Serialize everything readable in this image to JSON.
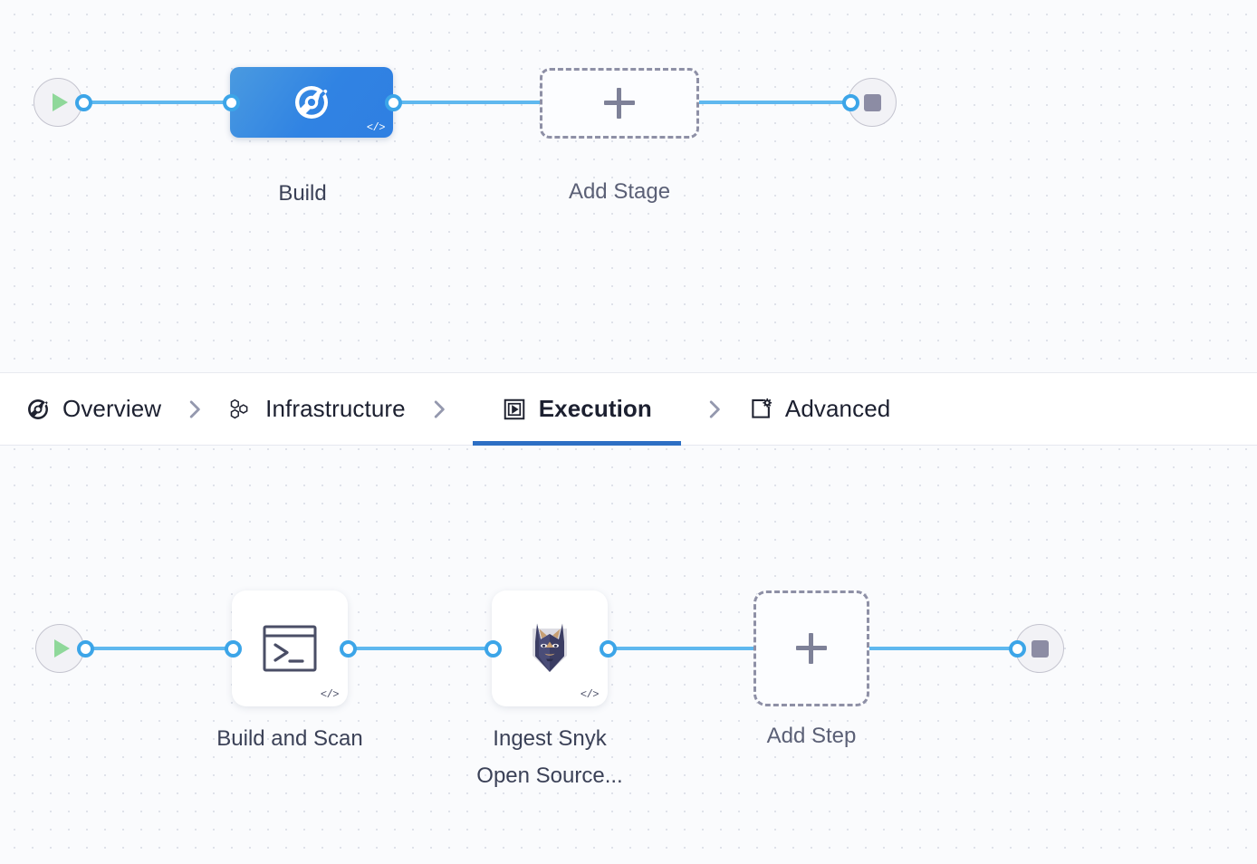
{
  "theme": {
    "canvas_bg": "#fafbfd",
    "dot_color": "#dfe2ea",
    "wire_color": "#5fb8ef",
    "port_color": "#3ca5e8",
    "stage_node_blue": "#3083e3",
    "active_tab_underline": "#2d6fc4",
    "play_green": "#8fd89a",
    "stop_gray": "#8c8ca4"
  },
  "stage_row": {
    "start_node": {
      "icon": "play-icon"
    },
    "end_node": {
      "icon": "stop-icon"
    },
    "nodes": [
      {
        "label": "Build",
        "icon": "build-circle-icon",
        "badge": "</>",
        "selected": true
      },
      {
        "label": "Add Stage",
        "icon": "plus-icon",
        "is_add": true
      }
    ]
  },
  "tabs": {
    "items": [
      {
        "label": "Overview",
        "icon": "build-circle-icon",
        "active": false
      },
      {
        "label": "Infrastructure",
        "icon": "hexagons-icon",
        "active": false
      },
      {
        "label": "Execution",
        "icon": "play-square-icon",
        "active": true
      },
      {
        "label": "Advanced",
        "icon": "gear-card-icon",
        "active": false
      }
    ],
    "separator_icon": "chevron-right-icon"
  },
  "step_row": {
    "start_node": {
      "icon": "play-icon"
    },
    "end_node": {
      "icon": "stop-icon"
    },
    "nodes": [
      {
        "label": "Build and Scan",
        "icon": "terminal-icon",
        "badge": "</>"
      },
      {
        "label": "Ingest Snyk\nOpen Source...",
        "icon": "snyk-doberman-icon",
        "badge": "</>"
      },
      {
        "label": "Add Step",
        "icon": "plus-icon",
        "is_add": true
      }
    ]
  }
}
